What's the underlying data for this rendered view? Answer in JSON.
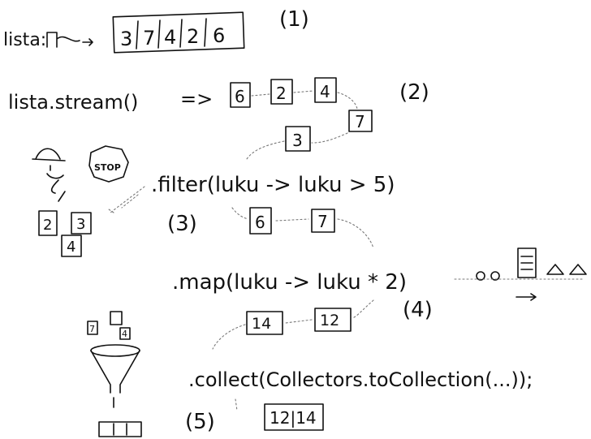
{
  "step_labels": [
    "(1)",
    "(2)",
    "(3)",
    "(4)",
    "(5)"
  ],
  "line1": {
    "prefix": "lista:",
    "arrow": "→",
    "array": [
      "3",
      "7",
      "4",
      "2",
      "6"
    ]
  },
  "line2": {
    "code": "lista.stream()",
    "arrow": "=>",
    "elements": [
      "6",
      "2",
      "4",
      "7",
      "3"
    ]
  },
  "line3": {
    "code": ".filter(luku -> luku > 5)",
    "passed": [
      "6",
      "7"
    ],
    "rejected": [
      "2",
      "3",
      "4"
    ],
    "stop_sign": "STOP"
  },
  "line4": {
    "code": ".map(luku -> luku * 2)",
    "mapped": [
      "14",
      "12"
    ]
  },
  "line5": {
    "code": ".collect(Collectors.toCollection(...));",
    "result": "12|14",
    "funnel_items": [
      "7",
      "4"
    ]
  }
}
